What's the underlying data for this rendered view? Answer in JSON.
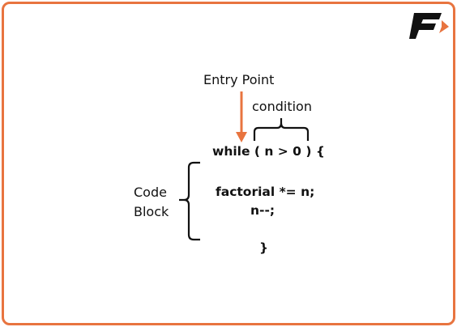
{
  "labels": {
    "entry_point": "Entry Point",
    "condition": "condition",
    "code_block_line1": "Code",
    "code_block_line2": "Block"
  },
  "code": {
    "line_while": "while ( n > 0 ) {",
    "line_factorial": "factorial *= n;",
    "line_decrement": "n--;",
    "line_close": "}"
  },
  "colors": {
    "accent": "#e8743f",
    "text": "#111111",
    "logo": "#111111"
  },
  "icons": {
    "logo": "f-arrow-logo",
    "entry_arrow": "arrow-down-icon"
  }
}
